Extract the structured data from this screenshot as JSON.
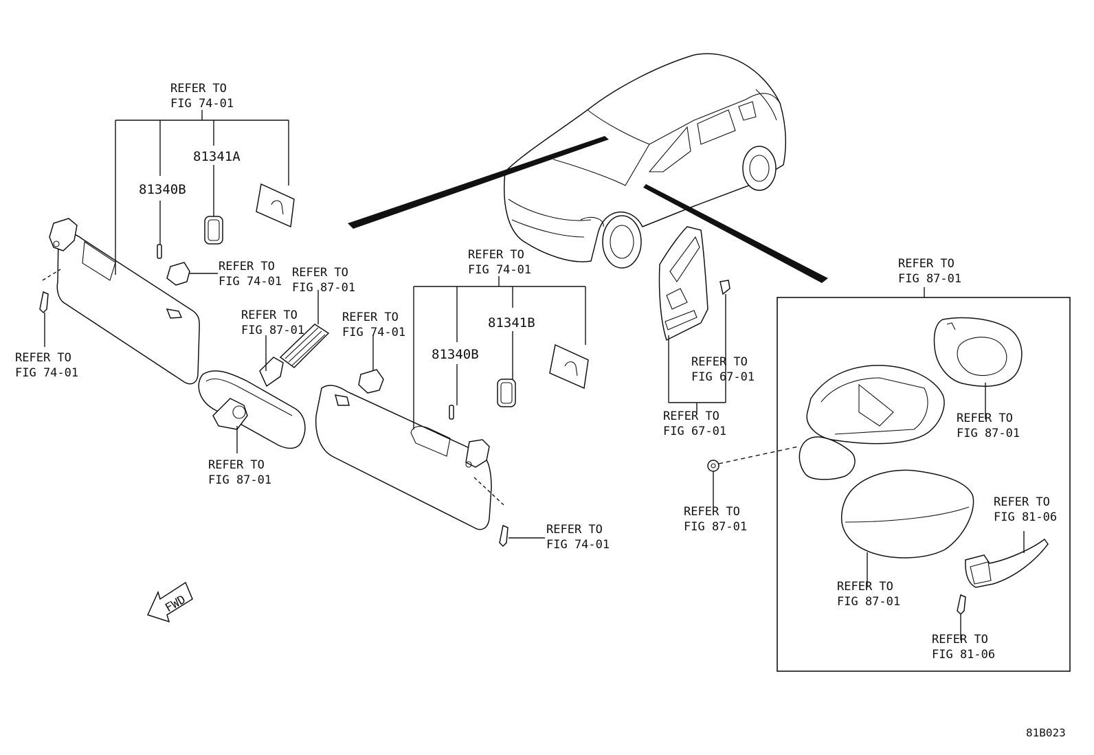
{
  "diagram_code": "81B023",
  "fwd_label": "FWD",
  "part_numbers": {
    "p81341a": "81341A",
    "p81340b_left": "81340B",
    "p81341b": "81341B",
    "p81340b_right": "81340B"
  },
  "refs": {
    "r_top_left": [
      "REFER TO",
      "FIG 74-01"
    ],
    "r_clip_left": [
      "REFER TO",
      "FIG 74-01"
    ],
    "r_screw_left": [
      "REFER TO",
      "FIG 74-01"
    ],
    "r_mirror_bracket": [
      "REFER TO",
      "FIG 87-01"
    ],
    "r_mirror_cover": [
      "REFER TO",
      "FIG 87-01"
    ],
    "r_clip_center": [
      "REFER TO",
      "FIG 74-01"
    ],
    "r_mirror_stay": [
      "REFER TO",
      "FIG 87-01"
    ],
    "r_top_center": [
      "REFER TO",
      "FIG 74-01"
    ],
    "r_screw_right": [
      "REFER TO",
      "FIG 74-01"
    ],
    "r_garnish_clip": [
      "REFER TO",
      "FIG 67-01"
    ],
    "r_garnish": [
      "REFER TO",
      "FIG 67-01"
    ],
    "r_nut": [
      "REFER TO",
      "FIG 87-01"
    ],
    "r_outer_mirror": [
      "REFER TO",
      "FIG 87-01"
    ],
    "r_mirror_glass": [
      "REFER TO",
      "FIG 87-01"
    ],
    "r_mirror_cap": [
      "REFER TO",
      "FIG 87-01"
    ],
    "r_turn_lamp": [
      "REFER TO",
      "FIG 81-06"
    ],
    "r_lamp_screw": [
      "REFER TO",
      "FIG 81-06"
    ]
  }
}
